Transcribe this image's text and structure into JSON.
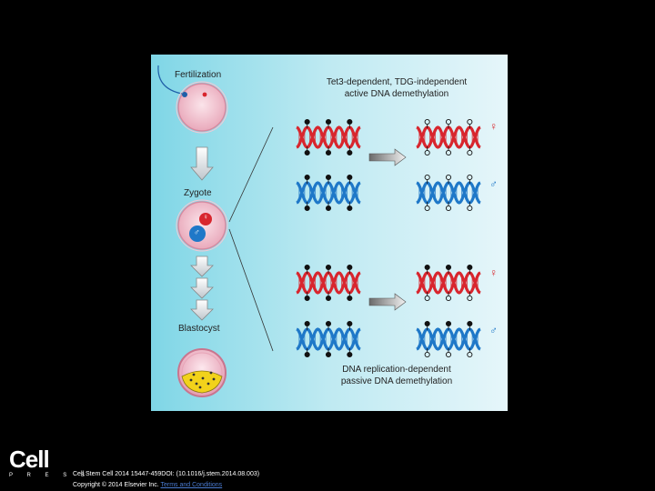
{
  "stages": {
    "fertilization": "Fertilization",
    "zygote": "Zygote",
    "blastocyst": "Blastocyst"
  },
  "zygote_pronuclei": {
    "maternal": "♀",
    "paternal": "♂"
  },
  "top_panel": {
    "title_line1": "Tet3-dependent, TDG-independent",
    "title_line2": "active DNA demethylation",
    "maternal_symbol": "♀",
    "paternal_symbol": "♂"
  },
  "bottom_panel": {
    "title_line1": "DNA replication-dependent",
    "title_line2": "passive DNA demethylation",
    "maternal_symbol": "♀",
    "paternal_symbol": "♂"
  },
  "colors": {
    "maternal_dna": "#d8262e",
    "paternal_dna": "#1f78c8",
    "methyl": "#111111",
    "background_left": "#7fd6e6",
    "background_right": "#e6f6fa"
  },
  "footer": {
    "logo": "Cell",
    "logo_sub": "P R E S S",
    "citation": "Cell Stem Cell 2014 15447-459DOI: (10.1016/j.stem.2014.08.003)",
    "copyright": "Copyright © 2014 Elsevier Inc.",
    "link": "Terms and Conditions"
  }
}
